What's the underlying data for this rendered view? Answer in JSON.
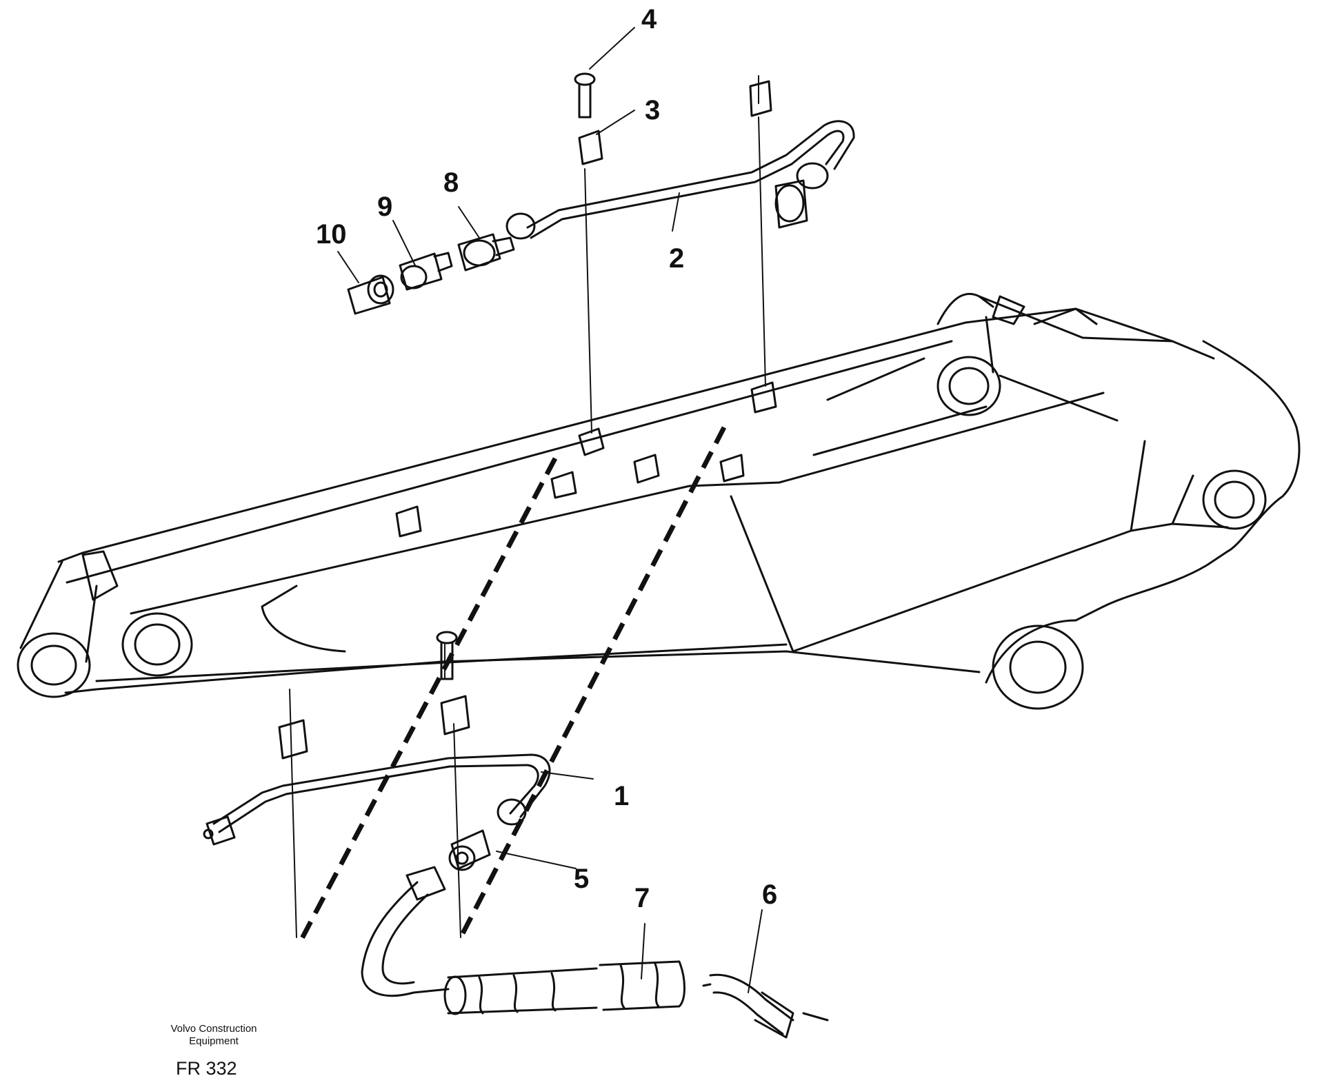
{
  "callouts": {
    "c1": "1",
    "c2": "2",
    "c3": "3",
    "c4": "4",
    "c5": "5",
    "c6": "6",
    "c7": "7",
    "c8": "8",
    "c9": "9",
    "c10": "10"
  },
  "footer": {
    "company_line1": "Volvo Construction",
    "company_line2": "Equipment",
    "code": "FR 332"
  }
}
